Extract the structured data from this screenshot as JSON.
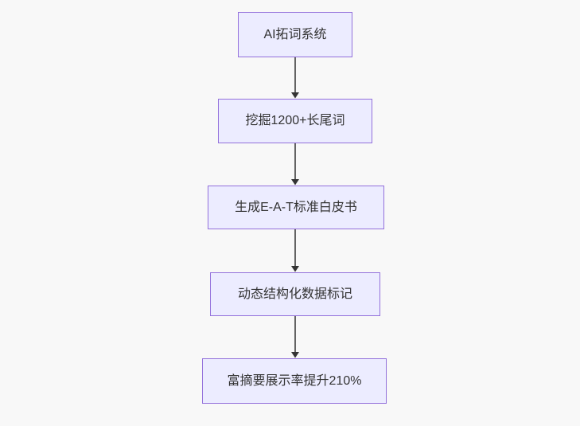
{
  "flowchart": {
    "type": "flowchart-top-down",
    "nodes": [
      {
        "label": "AI拓词系统"
      },
      {
        "label": "挖掘1200+长尾词"
      },
      {
        "label": "生成E-A-T标准白皮书"
      },
      {
        "label": "动态结构化数据标记"
      },
      {
        "label": "富摘要展示率提升210%"
      }
    ],
    "edges": [
      {
        "from": 0,
        "to": 1
      },
      {
        "from": 1,
        "to": 2
      },
      {
        "from": 2,
        "to": 3
      },
      {
        "from": 3,
        "to": 4
      }
    ],
    "theme": {
      "canvas_bg": "#f8f8f8",
      "node_fill": "#ececff",
      "node_border": "#9370db",
      "node_text": "#333333",
      "arrow": "#333333"
    }
  }
}
